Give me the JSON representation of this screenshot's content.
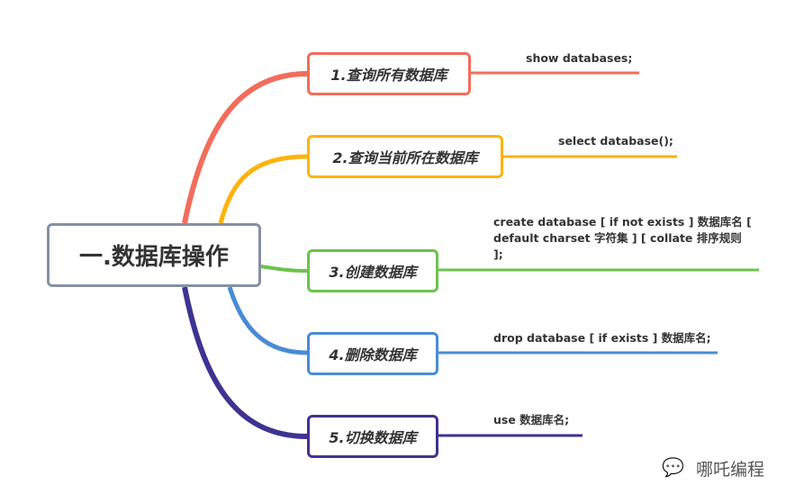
{
  "root": {
    "label": "一.数据库操作",
    "border": "#8591a3"
  },
  "branches": [
    {
      "label": "1.查询所有数据库",
      "note": "show databases;",
      "color": "#f26d5b"
    },
    {
      "label": "2.查询当前所在数据库",
      "note": "select database();",
      "color": "#ffb20a"
    },
    {
      "label": "3.创建数据库",
      "note": "create database [ if not exists ] 数据库名 [ default charset 字符集 ] [ collate 排序规则 ];",
      "color": "#6dc24d"
    },
    {
      "label": "4.删除数据库",
      "note": "drop database [ if exists ] 数据库名;",
      "color": "#4a8bd6"
    },
    {
      "label": "5.切换数据库",
      "note": "use 数据库名;",
      "color": "#3e3390"
    }
  ],
  "watermark": {
    "text": "哪吒编程",
    "icon": "wechat-icon"
  }
}
